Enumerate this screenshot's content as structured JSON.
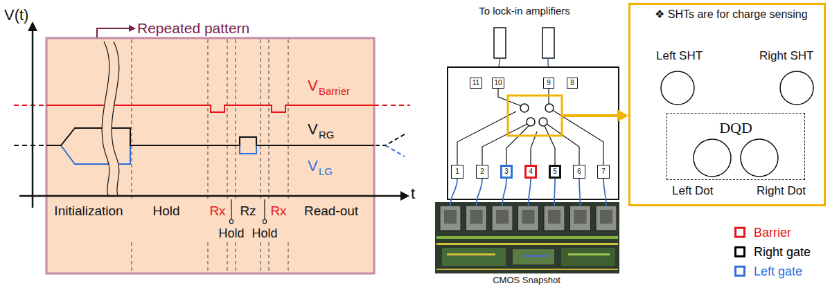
{
  "diagram": {
    "nodes": [
      {
        "text": [
          "11"
        ]
      },
      {
        "text": [
          "10"
        ]
      },
      {
        "text": [
          "9"
        ]
      },
      {
        "text": [
          "8"
        ]
      },
      {
        "text": [
          "1"
        ]
      },
      {
        "text": [
          "2"
        ]
      },
      {
        "text": [
          "3"
        ]
      },
      {
        "text": [
          "4"
        ]
      },
      {
        "text": [
          "5"
        ]
      },
      {
        "text": [
          "6"
        ]
      },
      {
        "text": [
          "7"
        ]
      },
      {
        "text": [
          "❖ SHTs are for charge sensing",
          "Left SHT",
          "Right SHT",
          "Left Dot",
          "Right Dot"
        ]
      },
      {
        "text": [
          "DQD"
        ],
        "in": 11
      }
    ],
    "labels": [
      "Repeated pattern",
      "V(t)",
      "V",
      "Barrier",
      "V",
      "RG",
      "V",
      "LG",
      "t",
      "Initialization",
      "Hold",
      "Rx",
      "Rz",
      "Rx",
      "Read-out",
      "Hold",
      "Hold",
      "To lock-in amplifiers",
      "CMOS Snapshot"
    ],
    "legend": [
      {
        "text": "Barrier",
        "color": "#e8141b"
      },
      {
        "text": "Right gate",
        "color": "#000000"
      },
      {
        "text": "Left gate",
        "color": "#2f6fdc"
      }
    ]
  }
}
